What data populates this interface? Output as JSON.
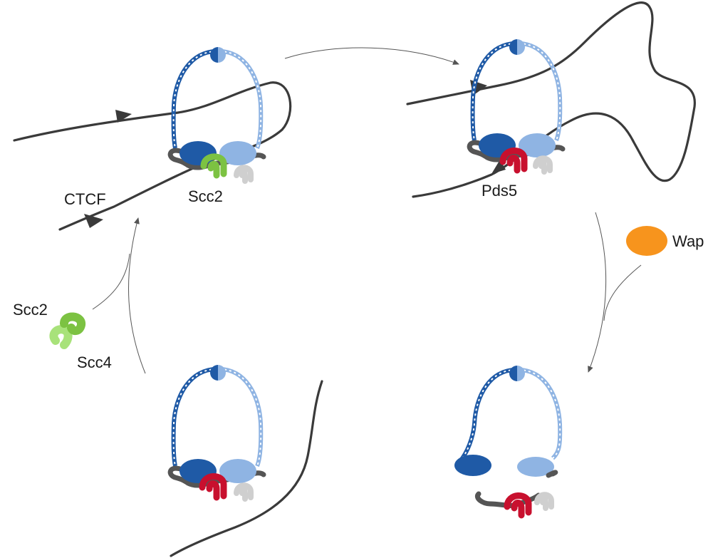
{
  "colors": {
    "smc_dark": "#1f5aa6",
    "smc_light": "#8fb4e3",
    "kleisin": "#555555",
    "scc2": "#7cc242",
    "scc4": "#a8e27a",
    "pds5": "#c8102e",
    "grey_subunit": "#cfcfcf",
    "wapl": "#f7941d",
    "dna": "#3a3a3a"
  },
  "labels": {
    "ctcf": "CTCF",
    "scc2_bound": "Scc2",
    "pds5": "Pds5",
    "wapl": "Wap",
    "scc2_free": "Scc2",
    "scc4_free": "Scc4"
  },
  "icons": {
    "dna_strand": "dna-line-icon",
    "direction_arrow": "arrowhead-icon",
    "cycle_arrow": "curved-arrow-icon"
  }
}
